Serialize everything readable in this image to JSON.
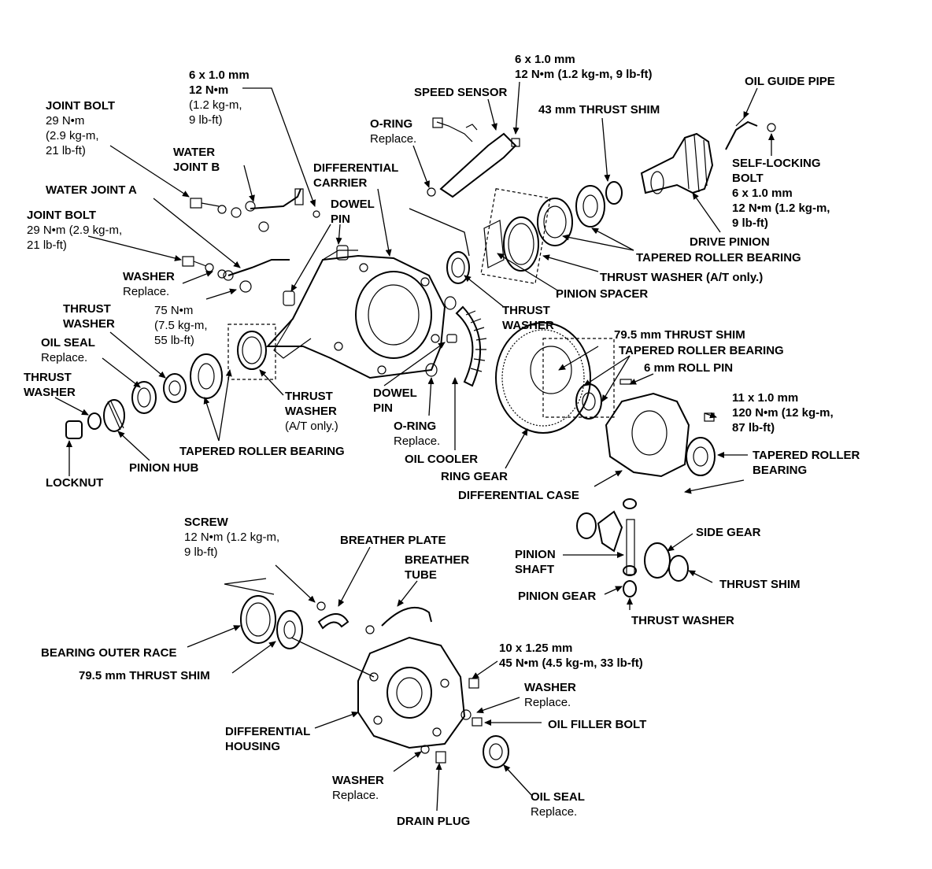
{
  "labels": {
    "joint_bolt_1": {
      "title": "JOINT BOLT",
      "spec": [
        "29 N•m",
        "(2.9 kg-m,",
        "21 lb-ft)"
      ]
    },
    "bolt_6x1_left": {
      "title": [
        "6 x 1.0 mm",
        "12 N•m"
      ],
      "spec": [
        "(1.2 kg-m,",
        "9 lb-ft)"
      ]
    },
    "bolt_6x1_top": {
      "title": [
        "6 x 1.0 mm",
        "12 N•m (1.2 kg-m, 9 lb-ft)"
      ]
    },
    "speed_sensor": {
      "title": "SPEED SENSOR"
    },
    "oil_guide_pipe": {
      "title": "OIL GUIDE PIPE"
    },
    "thrust_shim_43": {
      "title": "43 mm THRUST SHIM"
    },
    "o_ring_top": {
      "title": "O-RING",
      "note": "Replace."
    },
    "water_joint_b": {
      "title": [
        "WATER",
        "JOINT B"
      ]
    },
    "differential_carrier": {
      "title": [
        "DIFFERENTIAL",
        "CARRIER"
      ]
    },
    "self_locking_bolt": {
      "title": [
        "SELF-LOCKING",
        "BOLT",
        "6 x 1.0 mm",
        "12 N•m (1.2 kg-m,",
        "9 lb-ft)"
      ]
    },
    "water_joint_a": {
      "title": "WATER JOINT A"
    },
    "dowel_pin_top": {
      "title": [
        "DOWEL",
        "PIN"
      ]
    },
    "joint_bolt_2": {
      "title": "JOINT BOLT",
      "spec": [
        "29 N•m (2.9 kg-m,",
        "21 lb-ft)"
      ]
    },
    "drive_pinion": {
      "title": "DRIVE PINION"
    },
    "tapered_roller_bearing_top": {
      "title": "TAPERED ROLLER BEARING"
    },
    "washer_left": {
      "title": "WASHER",
      "note": "Replace."
    },
    "thrust_washer_at_top": {
      "title": "THRUST WASHER (A/T only.)"
    },
    "pinion_spacer": {
      "title": "PINION SPACER"
    },
    "torque_75": {
      "title": [
        "75 N•m",
        "(7.5 kg-m,",
        "55 lb-ft)"
      ]
    },
    "thrust_washer_left": {
      "title": [
        "THRUST",
        "WASHER"
      ]
    },
    "thrust_washer_mid": {
      "title": [
        "THRUST",
        "WASHER"
      ]
    },
    "oil_seal_left": {
      "title": "OIL SEAL",
      "note": "Replace."
    },
    "thrust_shim_795_top": {
      "title": "79.5 mm THRUST SHIM"
    },
    "tapered_roller_bearing_mid": {
      "title": "TAPERED ROLLER BEARING"
    },
    "roll_pin": {
      "title": "6 mm ROLL PIN"
    },
    "thrust_washer_far_left": {
      "title": [
        "THRUST",
        "WASHER"
      ]
    },
    "thrust_washer_at_mid": {
      "title": "THRUST",
      "note": [
        "WASHER",
        "(A/T only.)"
      ]
    },
    "dowel_pin_bottom": {
      "title": [
        "DOWEL",
        "PIN"
      ]
    },
    "bolt_11x1": {
      "title": [
        "11 x 1.0 mm",
        "120 N•m (12 kg-m,",
        "87 lb-ft)"
      ]
    },
    "o_ring_bottom": {
      "title": "O-RING",
      "note": "Replace."
    },
    "tapered_roller_bearing_left": {
      "title": "TAPERED ROLLER BEARING"
    },
    "tapered_roller_bearing_right": {
      "title": [
        "TAPERED ROLLER",
        "BEARING"
      ]
    },
    "oil_cooler": {
      "title": "OIL COOLER"
    },
    "pinion_hub": {
      "title": "PINION HUB"
    },
    "ring_gear": {
      "title": "RING GEAR"
    },
    "locknut": {
      "title": "LOCKNUT"
    },
    "differential_case": {
      "title": "DIFFERENTIAL CASE"
    },
    "screw": {
      "title": "SCREW",
      "spec": [
        "12 N•m (1.2 kg-m,",
        "9 lb-ft)"
      ]
    },
    "breather_plate": {
      "title": "BREATHER PLATE"
    },
    "side_gear": {
      "title": "SIDE GEAR"
    },
    "breather_tube": {
      "title": [
        "BREATHER",
        "TUBE"
      ]
    },
    "pinion_shaft": {
      "title": [
        "PINION",
        "SHAFT"
      ]
    },
    "thrust_shim_right": {
      "title": "THRUST SHIM"
    },
    "pinion_gear": {
      "title": "PINION GEAR"
    },
    "thrust_washer_bottom": {
      "title": "THRUST WASHER"
    },
    "bearing_outer_race": {
      "title": "BEARING OUTER RACE"
    },
    "bolt_10x125": {
      "title": [
        "10 x 1.25 mm",
        "45 N•m (4.5 kg-m, 33 lb-ft)"
      ]
    },
    "thrust_shim_795_bottom": {
      "title": "79.5 mm THRUST SHIM"
    },
    "washer_right": {
      "title": "WASHER",
      "note": "Replace."
    },
    "oil_filler_bolt": {
      "title": "OIL FILLER BOLT"
    },
    "differential_housing": {
      "title": [
        "DIFFERENTIAL",
        "HOUSING"
      ]
    },
    "washer_bottom": {
      "title": "WASHER",
      "note": "Replace."
    },
    "oil_seal_bottom": {
      "title": "OIL SEAL",
      "note": "Replace."
    },
    "drain_plug": {
      "title": "DRAIN PLUG"
    }
  }
}
